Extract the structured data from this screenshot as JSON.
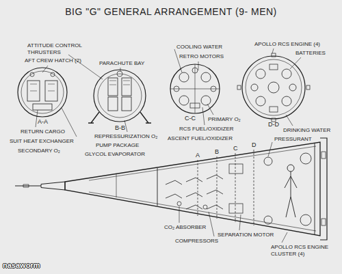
{
  "diagram": {
    "title": "BIG \"G\" GENERAL ARRANGEMENT (9- MEN)",
    "labels": [
      "ATTITUDE CONTROL THRUSTERS",
      "AFT CREW HATCH (2)",
      "PARACHUTE BAY",
      "COOLING WATER",
      "RETRO MOTORS",
      "APOLLO RCS ENGINE (4)",
      "BATTERIES",
      "A-A",
      "B-B",
      "C-C",
      "D-D",
      "RETURN CARGO",
      "SUIT HEAT EXCHANGER",
      "SECONDARY O₂",
      "REPRESSURIZATION O₂",
      "PUMP PACKAGE",
      "GLYCOL EVAPORATOR",
      "PRIMARY O₂",
      "RCS FUEL/OXIDIZER",
      "ASCENT FUEL/OXIDIZER",
      "DRINKING WATER",
      "PRESSURANT",
      "CO₂ ABSORBER",
      "COMPRESSORS",
      "SEPARATION MOTOR",
      "APOLLO RCS ENGINE CLUSTER (4)",
      "A",
      "B",
      "C",
      "D",
      "nasaworm"
    ]
  }
}
